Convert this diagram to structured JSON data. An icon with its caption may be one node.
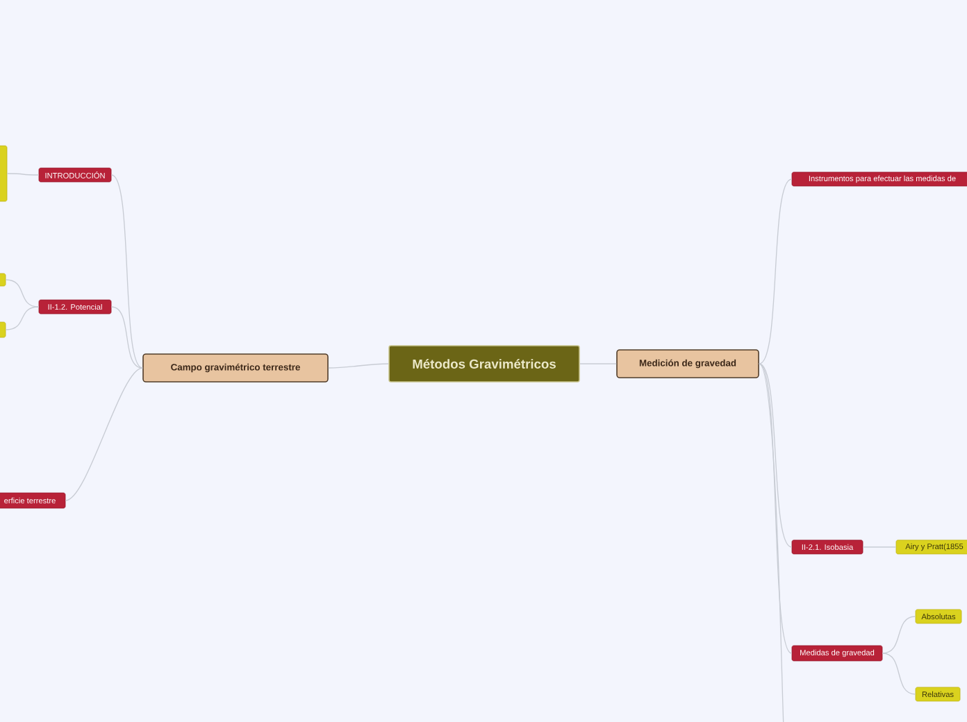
{
  "diagram": {
    "nodes": [
      {
        "text": [
          "Métodos Gravimétricos"
        ]
      },
      {
        "text": [
          "Campo gravimétrico terrestre"
        ]
      },
      {
        "text": [
          "Medición de gravedad"
        ]
      },
      {
        "text": [
          "INTRODUCCIÓN"
        ]
      },
      {
        "text": [
          "II-1.2. Potencial"
        ]
      },
      {
        "text": [
          "erficie terrestre"
        ]
      },
      {
        "text": [],
        "shape": "box"
      },
      {
        "text": [],
        "shape": "box"
      },
      {
        "text": [],
        "shape": "box"
      },
      {
        "text": [
          "Instrumentos para efectuar las medidas de"
        ]
      },
      {
        "text": [
          "II-2.1. Isobasia"
        ]
      },
      {
        "text": [
          "Airy y Pratt(1855"
        ]
      },
      {
        "text": [
          "Medidas de gravedad"
        ]
      },
      {
        "text": [
          "Absolutas"
        ]
      },
      {
        "text": [
          "Relativas"
        ]
      }
    ],
    "edges": [
      {
        "from": 0,
        "to": 1,
        "arrow": "none"
      },
      {
        "from": 0,
        "to": 2,
        "arrow": "none"
      },
      {
        "from": 1,
        "to": 3,
        "arrow": "none"
      },
      {
        "from": 1,
        "to": 4,
        "arrow": "none"
      },
      {
        "from": 1,
        "to": 5,
        "arrow": "none"
      },
      {
        "from": 3,
        "to": 6,
        "arrow": "none"
      },
      {
        "from": 4,
        "to": 7,
        "arrow": "none"
      },
      {
        "from": 4,
        "to": 8,
        "arrow": "none"
      },
      {
        "from": 2,
        "to": 9,
        "arrow": "none"
      },
      {
        "from": 2,
        "to": 10,
        "arrow": "none"
      },
      {
        "from": 10,
        "to": 11,
        "arrow": "none"
      },
      {
        "from": 2,
        "to": 12,
        "arrow": "none"
      },
      {
        "from": 12,
        "to": 13,
        "arrow": "none"
      },
      {
        "from": 12,
        "to": 14,
        "arrow": "none"
      },
      {
        "from": 2,
        "to": null,
        "arrow": "none"
      }
    ]
  }
}
